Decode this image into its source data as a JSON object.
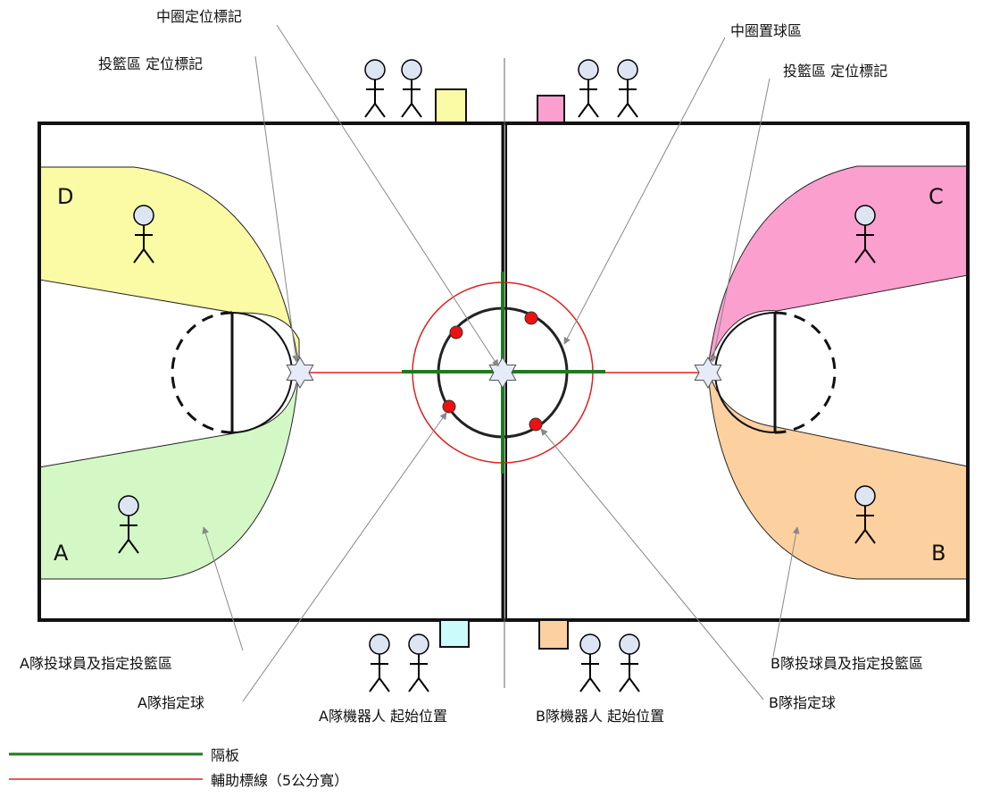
{
  "annotations": {
    "center_marker": "中圈定位標記",
    "shooting_marker_left": "投籃區 定位標記",
    "center_ball_zone": "中圈置球區",
    "shooting_marker_right": "投籃區 定位標記",
    "team_a_shooter_zone": "A隊投球員及指定投籃區",
    "team_a_ball": "A隊指定球",
    "team_a_robot_start": "A隊機器人 起始位置",
    "team_b_robot_start": "B隊機器人 起始位置",
    "team_b_ball": "B隊指定球",
    "team_b_shooter_zone": "B隊投球員及指定投籃區"
  },
  "zones": {
    "a": {
      "letter": "A",
      "color": "#d4f7c6"
    },
    "b": {
      "letter": "B",
      "color": "#fdd09f"
    },
    "c": {
      "letter": "C",
      "color": "#fb9fcf"
    },
    "d": {
      "letter": "D",
      "color": "#fbfba6"
    }
  },
  "start_boxes": {
    "top_left": "#fbfba6",
    "top_right": "#fb9fcf",
    "bottom_left": "#ccfbfb",
    "bottom_right": "#fdd09f"
  },
  "legend": [
    {
      "label": "隔板",
      "color": "#1f7a1f"
    },
    {
      "label": "輔助標線（5公分寬）",
      "color": "#e02020"
    }
  ],
  "colors": {
    "divider": "#1f7a1f",
    "guide_line": "#e02020",
    "ball": "#ee1111",
    "pointer": "#888888",
    "person_head": "#dde4f2",
    "marker": "#e6ecf7"
  }
}
